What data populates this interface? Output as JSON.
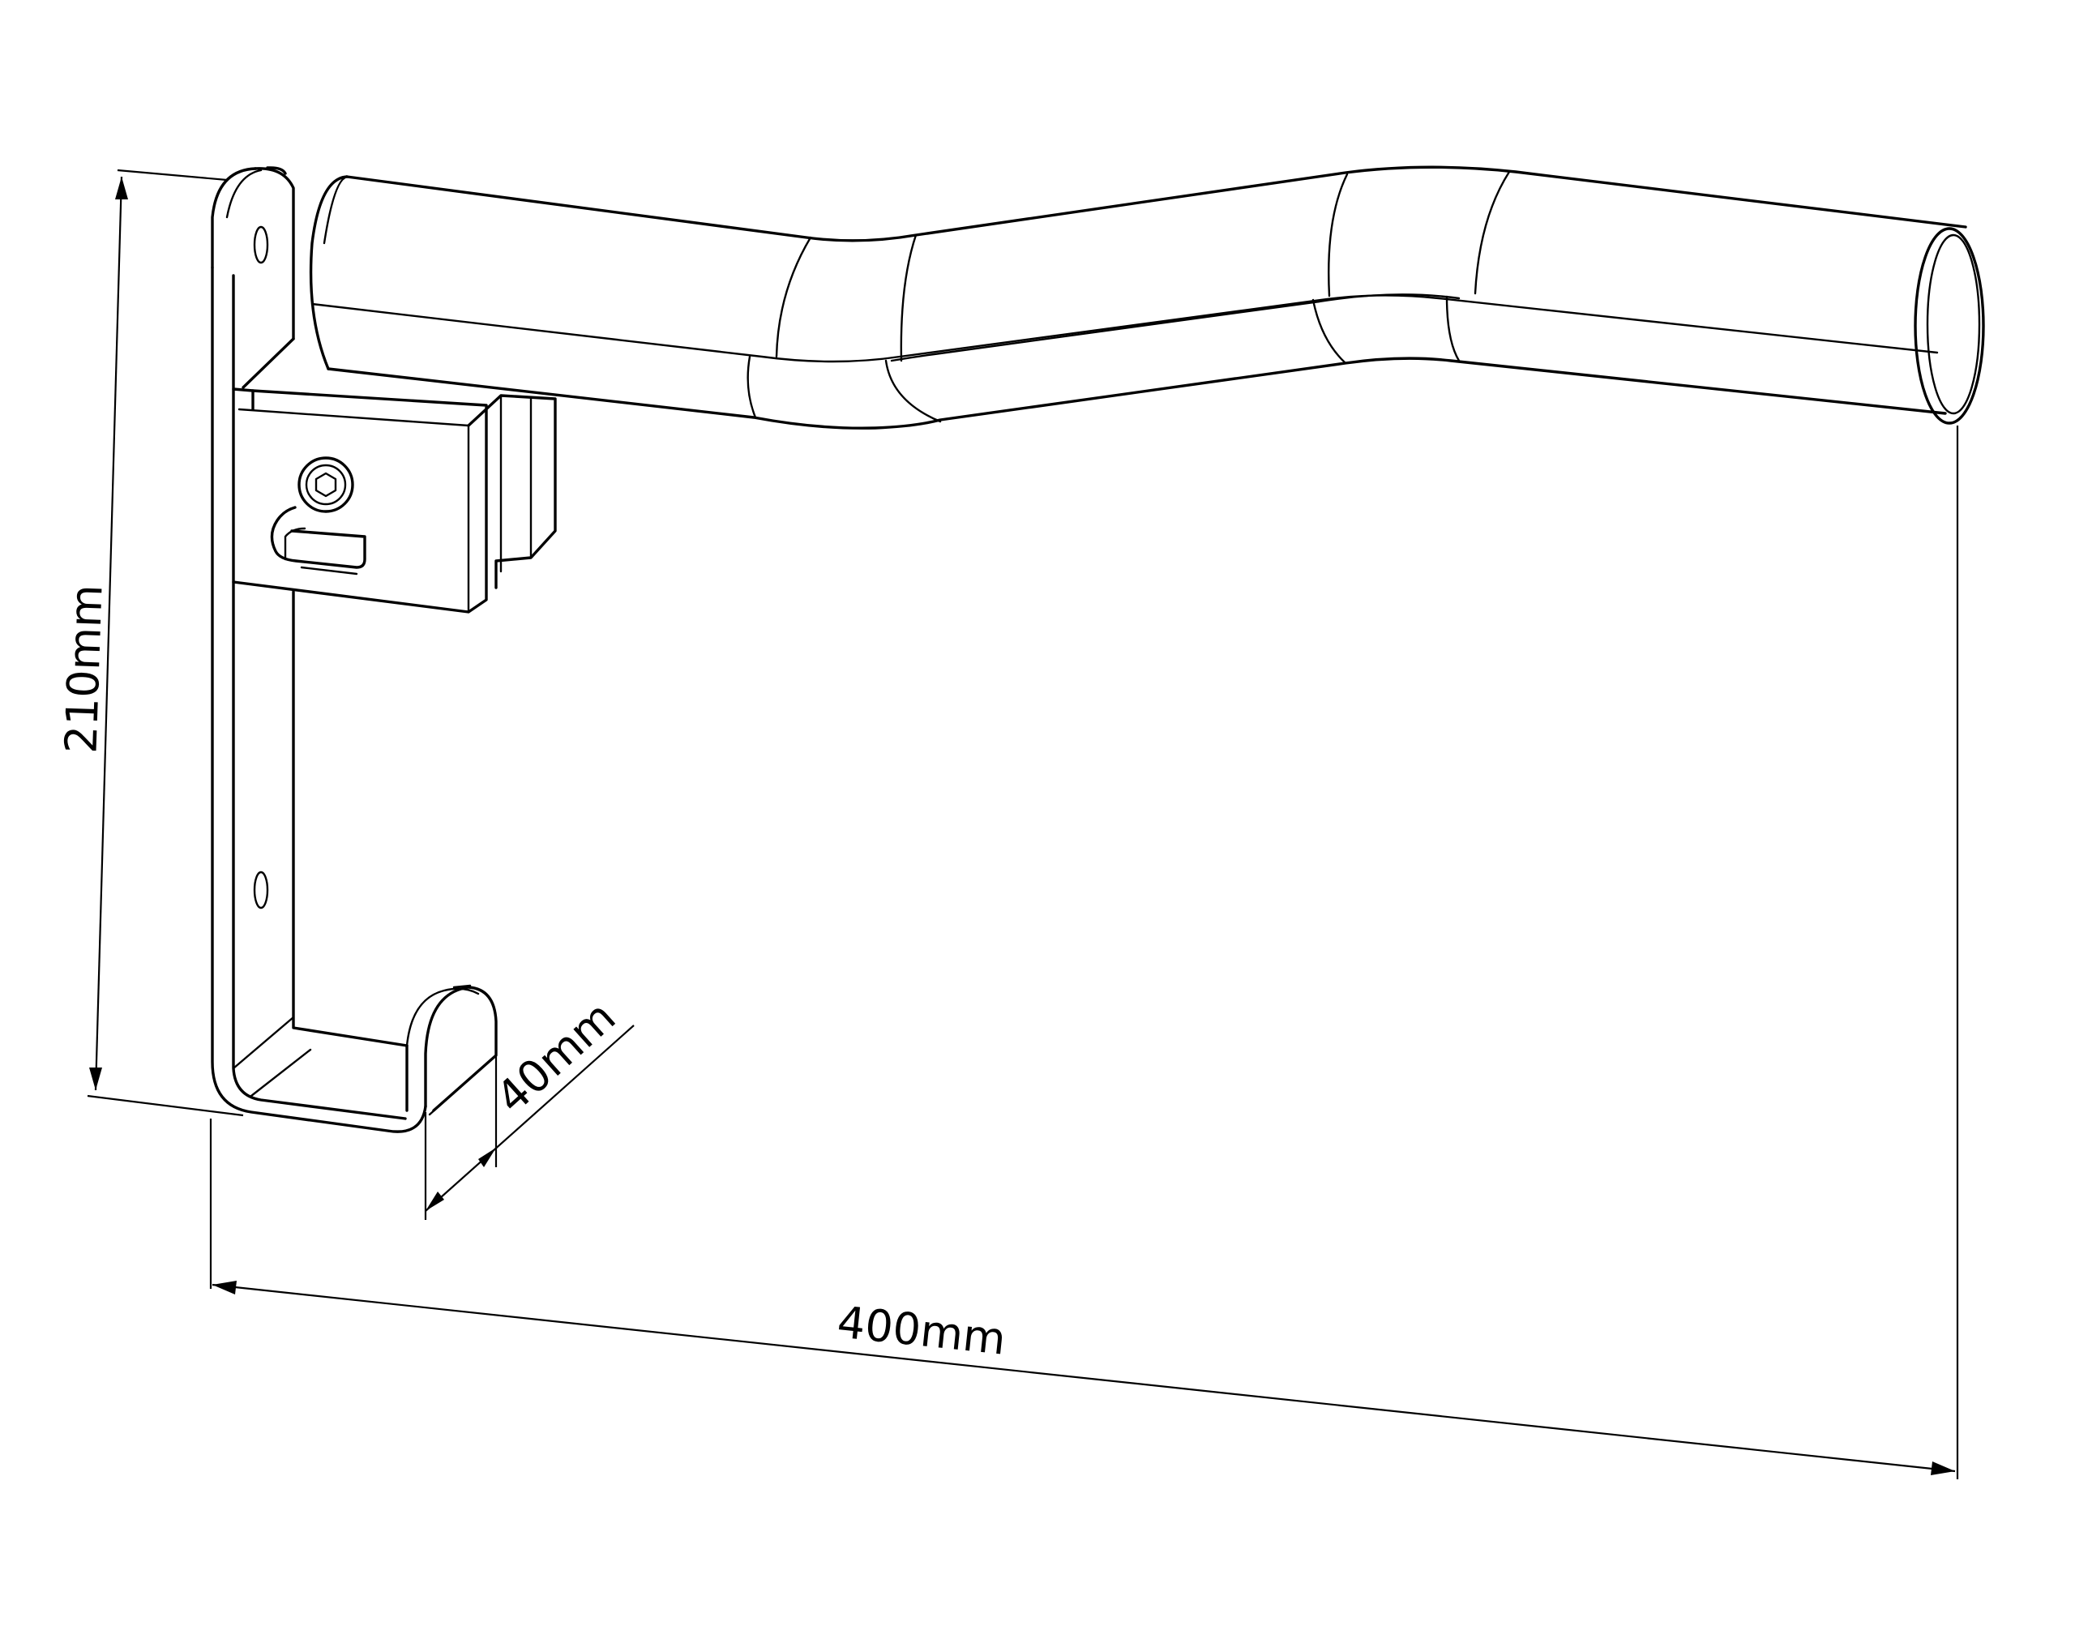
{
  "drawing": {
    "subject": "wall-mounted bicycle hanger bracket",
    "line_color": "#000000",
    "background": "#ffffff"
  },
  "dimensions": {
    "height_label": "210mm",
    "depth_label": "40mm",
    "length_label": "400mm"
  }
}
